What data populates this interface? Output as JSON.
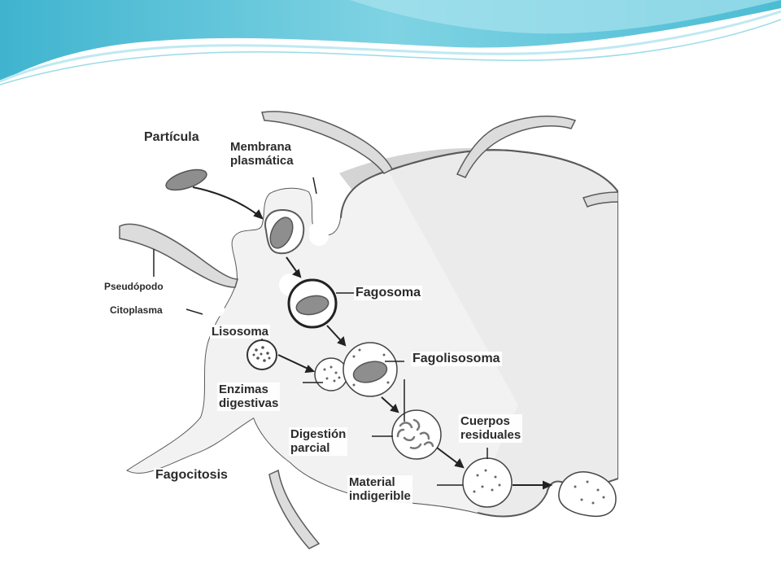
{
  "colors": {
    "header_teal": "#5cc3d8",
    "header_light": "#bfe9f1",
    "cell_fill": "#e9e9e9",
    "cell_shadow": "#cfcfcf",
    "outline": "#5a5a5a",
    "particle": "#8e8e8e",
    "label_text": "#2b2b2b"
  },
  "diagram": {
    "labels": {
      "particula": "Partícula",
      "membrana": "Membrana\nplasmática",
      "pseudopodo": "Pseudópodo",
      "citoplasma": "Citoplasma",
      "fagosoma": "Fagosoma",
      "lisosoma": "Lisosoma",
      "fagolisosoma": "Fagolisosoma",
      "enzimas": "Enzimas\ndigestivas",
      "digestion": "Digestión\nparcial",
      "cuerpos": "Cuerpos\nresiduales",
      "material": "Material\nindigerible",
      "fagocitosis": "Fagocitosis"
    }
  }
}
